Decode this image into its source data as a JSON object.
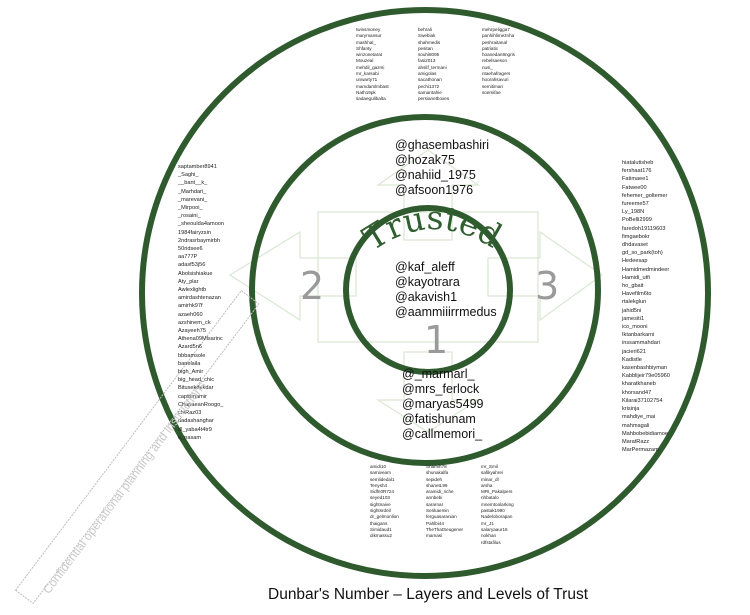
{
  "caption": "Dunbar's Number – Layers and Levels of Trust",
  "center_label": "Trusted",
  "layer_numbers": [
    "1",
    "2",
    "3"
  ],
  "watermark": "Confidential operational planning and instructions",
  "inner_core_handles": [
    "@kaf_aleff",
    "@kayotrara",
    "@akavish1",
    "@aammiiirrmedus"
  ],
  "ring1_top_handles": [
    "@ghasembashiri",
    "@hozak75",
    "@nahiid_1975",
    "@afsoon1976"
  ],
  "ring1_bottom_handles": [
    "@_marmarl_",
    "@mrs_ferlock",
    "@maryas5499",
    "@fatishunam",
    "@callmemori_"
  ],
  "outer_top_columns": [
    [
      "twinsmoney",
      "marymansur",
      "mashhal_",
      "Shfanty",
      "winzonetarat",
      "Mouzeal",
      "mehdil_gazmi",
      "mr_karsabi",
      "unwarty71",
      "mamdamlmbast",
      "Nath19pk",
      "sadaegulibalta"
    ],
    [
      "behrali",
      "Swebiak",
      "shahmedis",
      "pesitan",
      "souhi8095",
      "fasi2013",
      "ahsilf_termani",
      "amigolas",
      "sacathonan",
      "pechi1372",
      "samantahie",
      "persianetboxes"
    ],
    [
      "mehrpeligga7",
      "panhihlimeznha",
      "peshraitanal",
      "patriatic",
      "hoanedan8ngris",
      "rebelsaeson",
      "nusi_",
      "ntaehafragers",
      "hoorahsavuri",
      "semitimari",
      "soemifae"
    ]
  ],
  "outer_bottom_columns": [
    [
      "amidi10",
      "samiveam",
      "semlidedal1",
      "Tenysh4",
      "Sidfn0R724",
      "seyed103",
      "sightnaive",
      "sightsrdeil",
      "dr_gelmonlion",
      "thaigans",
      "Simidaud1",
      "dikmassu2"
    ],
    [
      "Shamih78",
      "shunakalfa",
      "sepideh",
      "shanetL99",
      "aramidi_riche",
      "annbebi",
      "sararnar",
      "Serikaemin",
      "ferguasaranian",
      "Pahlbi44",
      "TheThatSeugener",
      "mamasi"
    ],
    [
      "mr_Smil",
      "safikyahrei",
      "minar_dl",
      "arsha",
      "MRI_Pakalpers",
      "nhbatalo",
      "mnemtoolarking",
      "pastak1990",
      "Nadeloborapan",
      "mr_J1",
      "salaryaaur16",
      "nokhan",
      "rdfstafilus"
    ]
  ],
  "outer_left_handles": [
    "saptamber8941",
    "_Saghi_",
    "__bant__k_",
    "_Marhdari_",
    "_marevani_",
    "_Mirpooi_",
    "_rosaini_",
    "_sheoulda4amoon",
    "1984fairyzsin",
    "2ndrasrbaymirbh",
    "50ridsee6",
    "aa777P",
    "adasf53j56",
    "Abolsishiakue",
    "Aty_plar",
    "Awlexlightb",
    "amirdashtenazan",
    "amirhk97f",
    "azaeh060",
    "azshinem_ck",
    "Azayeeh75",
    "Athena09Mlsarinc",
    "Azard5n6",
    "bbbamsole",
    "banelaila",
    "bigh_Amir",
    "big_head_chic",
    "Bitusekdekdar",
    "capitanamir",
    "ChapaeanRoogo_",
    "chiRaz03",
    "dadashanghar",
    "dl_yaba4t4tr9",
    "e_nasam"
  ],
  "outer_right_handles": [
    "hiatalutisheb",
    "fershaat176",
    "Fatimaee1",
    "Fatwee00",
    "fehemer_goltemer",
    "fureeme57",
    "Ly_198N",
    "PoBelli2999",
    "faredoh19119603",
    "fimgaebokr",
    "dhdavaset",
    "gd_so_park(toh)",
    "Hedeesap",
    "Hamidmedmindeer",
    "Hamidi_utfi",
    "ho_gbait",
    "Havefilm6to",
    "rtalekglun",
    "jahid5ni",
    "jamesiti1",
    "ico_mooni",
    "Iktanbarkarni",
    "inssammahdari",
    "jacieri621",
    "Kadistle",
    "kasenbashbiyman",
    "Kabblijeir79e05960",
    "kharatkhaneb",
    "khorsand47",
    "Kilarai37102754",
    "krisinja",
    "mahdiye_mai",
    "mahmagali",
    "Mahbobebidiamoe",
    "MaratRazz",
    "MarPermazam"
  ]
}
